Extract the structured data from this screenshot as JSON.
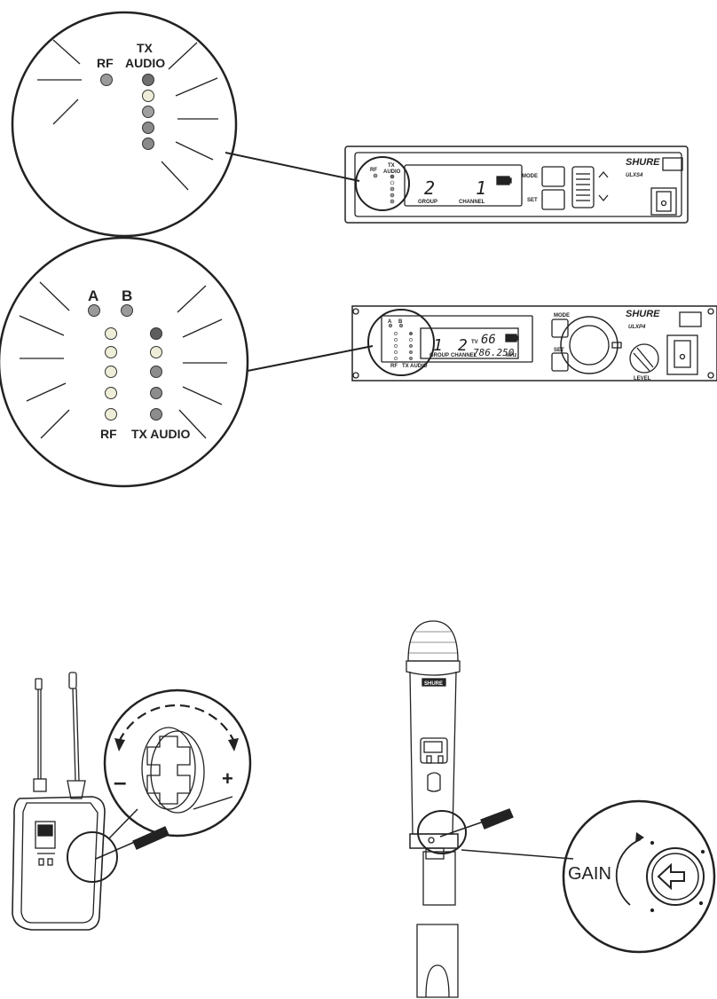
{
  "zoom_top": {
    "rf_label": "RF",
    "tx_label_1": "TX",
    "tx_label_2": "AUDIO"
  },
  "ulxs4": {
    "rf": "RF",
    "tx": "TX",
    "audio": "AUDIO",
    "group_value": "2",
    "channel_value": "1",
    "group_label": "GROUP",
    "channel_label": "CHANNEL",
    "mode_label": "MODE",
    "set_label": "SET",
    "brand": "SHURE",
    "model": "ULXS4"
  },
  "zoom_mid": {
    "a_label": "A",
    "b_label": "B",
    "rf_label": "RF",
    "tx_audio_label": "TX AUDIO"
  },
  "ulxp4": {
    "a": "A",
    "b": "B",
    "rf": "RF",
    "tx_audio": "TX AUDIO",
    "group_value": "1",
    "channel_value": "2",
    "tv_label": "TV",
    "tv_value": "66",
    "freq": "786.250",
    "mhz": "MHz",
    "group_label": "GROUP",
    "channel_label": "CHANNEL",
    "mode_label": "MODE",
    "set_label": "SET",
    "brand": "SHURE",
    "model": "ULXP4",
    "level_label": "LEVEL"
  },
  "bodypack": {
    "minus": "–",
    "plus": "+"
  },
  "handheld": {
    "brand": "SHURE",
    "gain_label": "GAIN"
  }
}
